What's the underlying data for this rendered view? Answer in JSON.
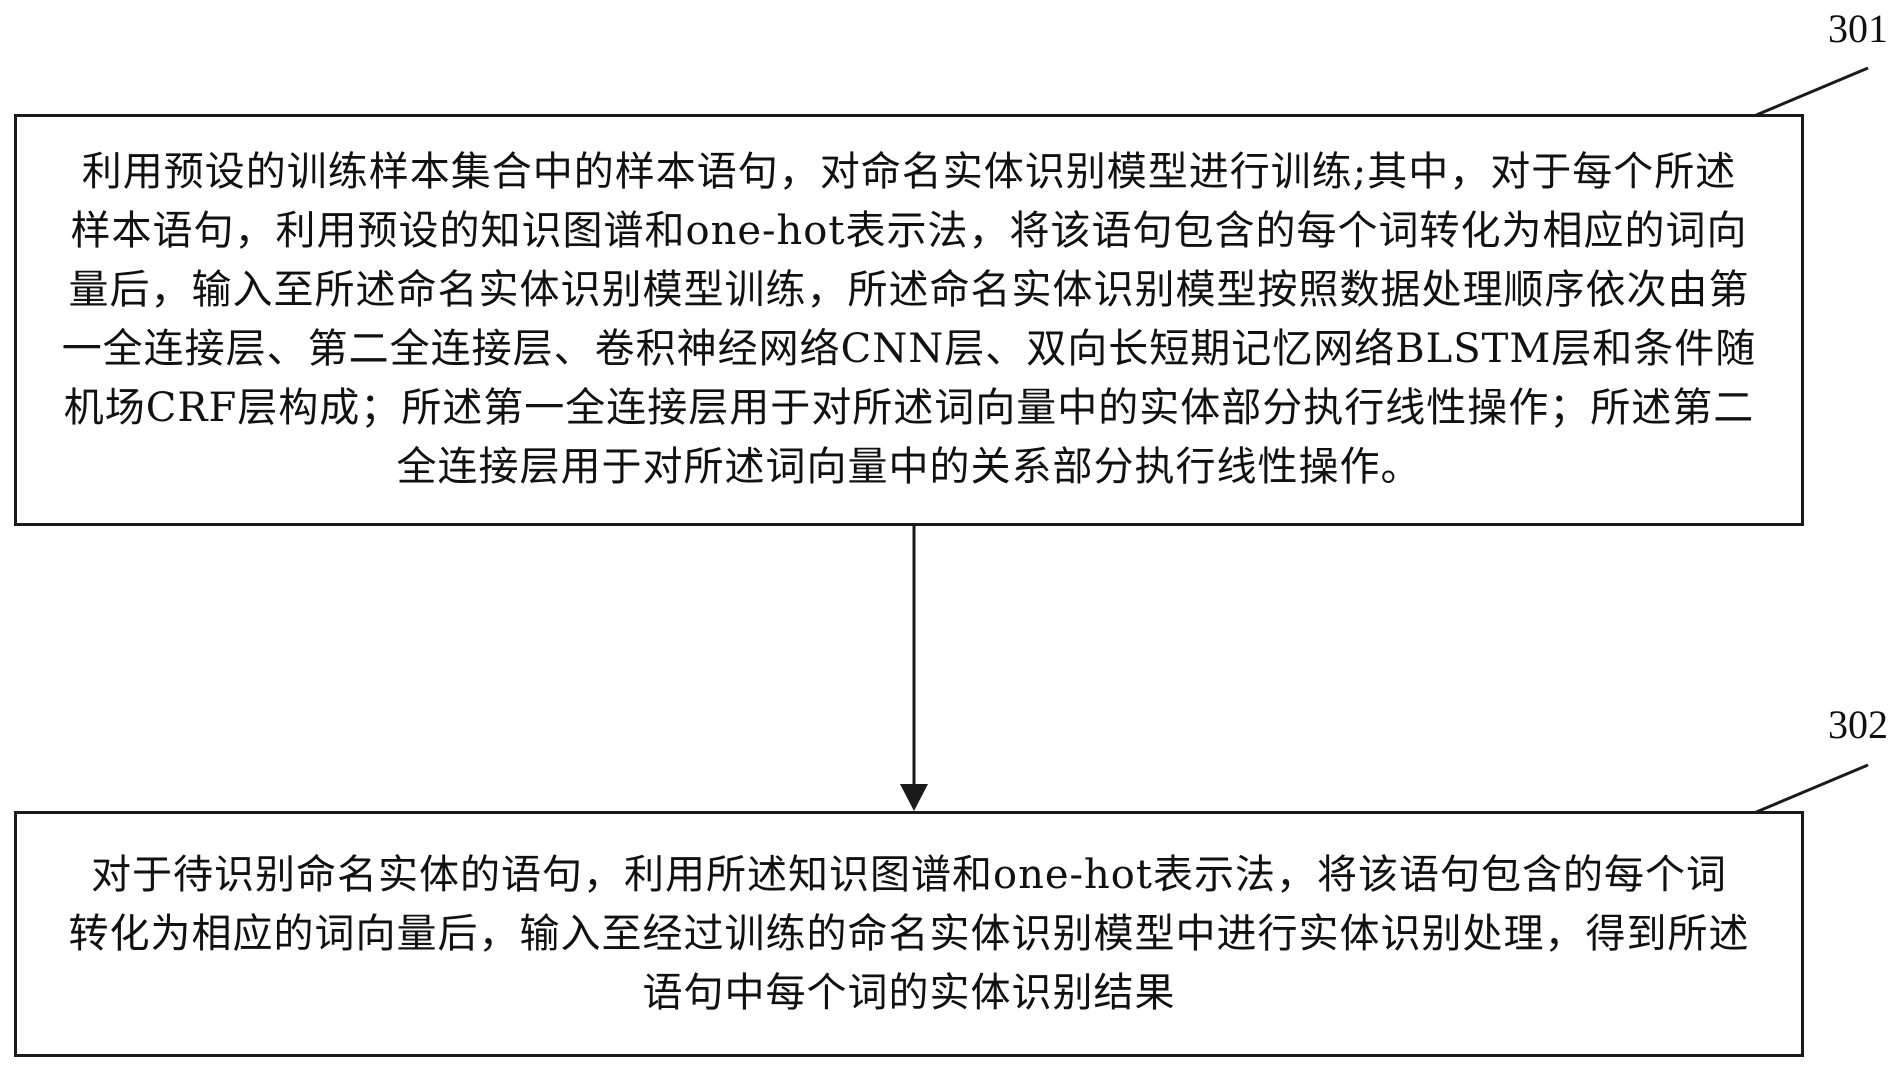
{
  "steps": [
    {
      "number": "301",
      "text": "利用预设的训练样本集合中的样本语句，对命名实体识别模型进行训练;其中，对于每个所述\n样本语句，利用预设的知识图谱和one-hot表示法，将该语句包含的每个词转化为相应的词向\n量后，输入至所述命名实体识别模型训练，所述命名实体识别模型按照数据处理顺序依次由第\n一全连接层、第二全连接层、卷积神经网络CNN层、双向长短期记忆网络BLSTM层和条件随\n机场CRF层构成；所述第一全连接层用于对所述词向量中的实体部分执行线性操作；所述第二\n全连接层用于对所述词向量中的关系部分执行线性操作。"
    },
    {
      "number": "302",
      "text": "对于待识别命名实体的语句，利用所述知识图谱和one-hot表示法，将该语句包含的每个词\n转化为相应的词向量后，输入至经过训练的命名实体识别模型中进行实体识别处理，得到所述\n语句中每个词的实体识别结果"
    }
  ]
}
